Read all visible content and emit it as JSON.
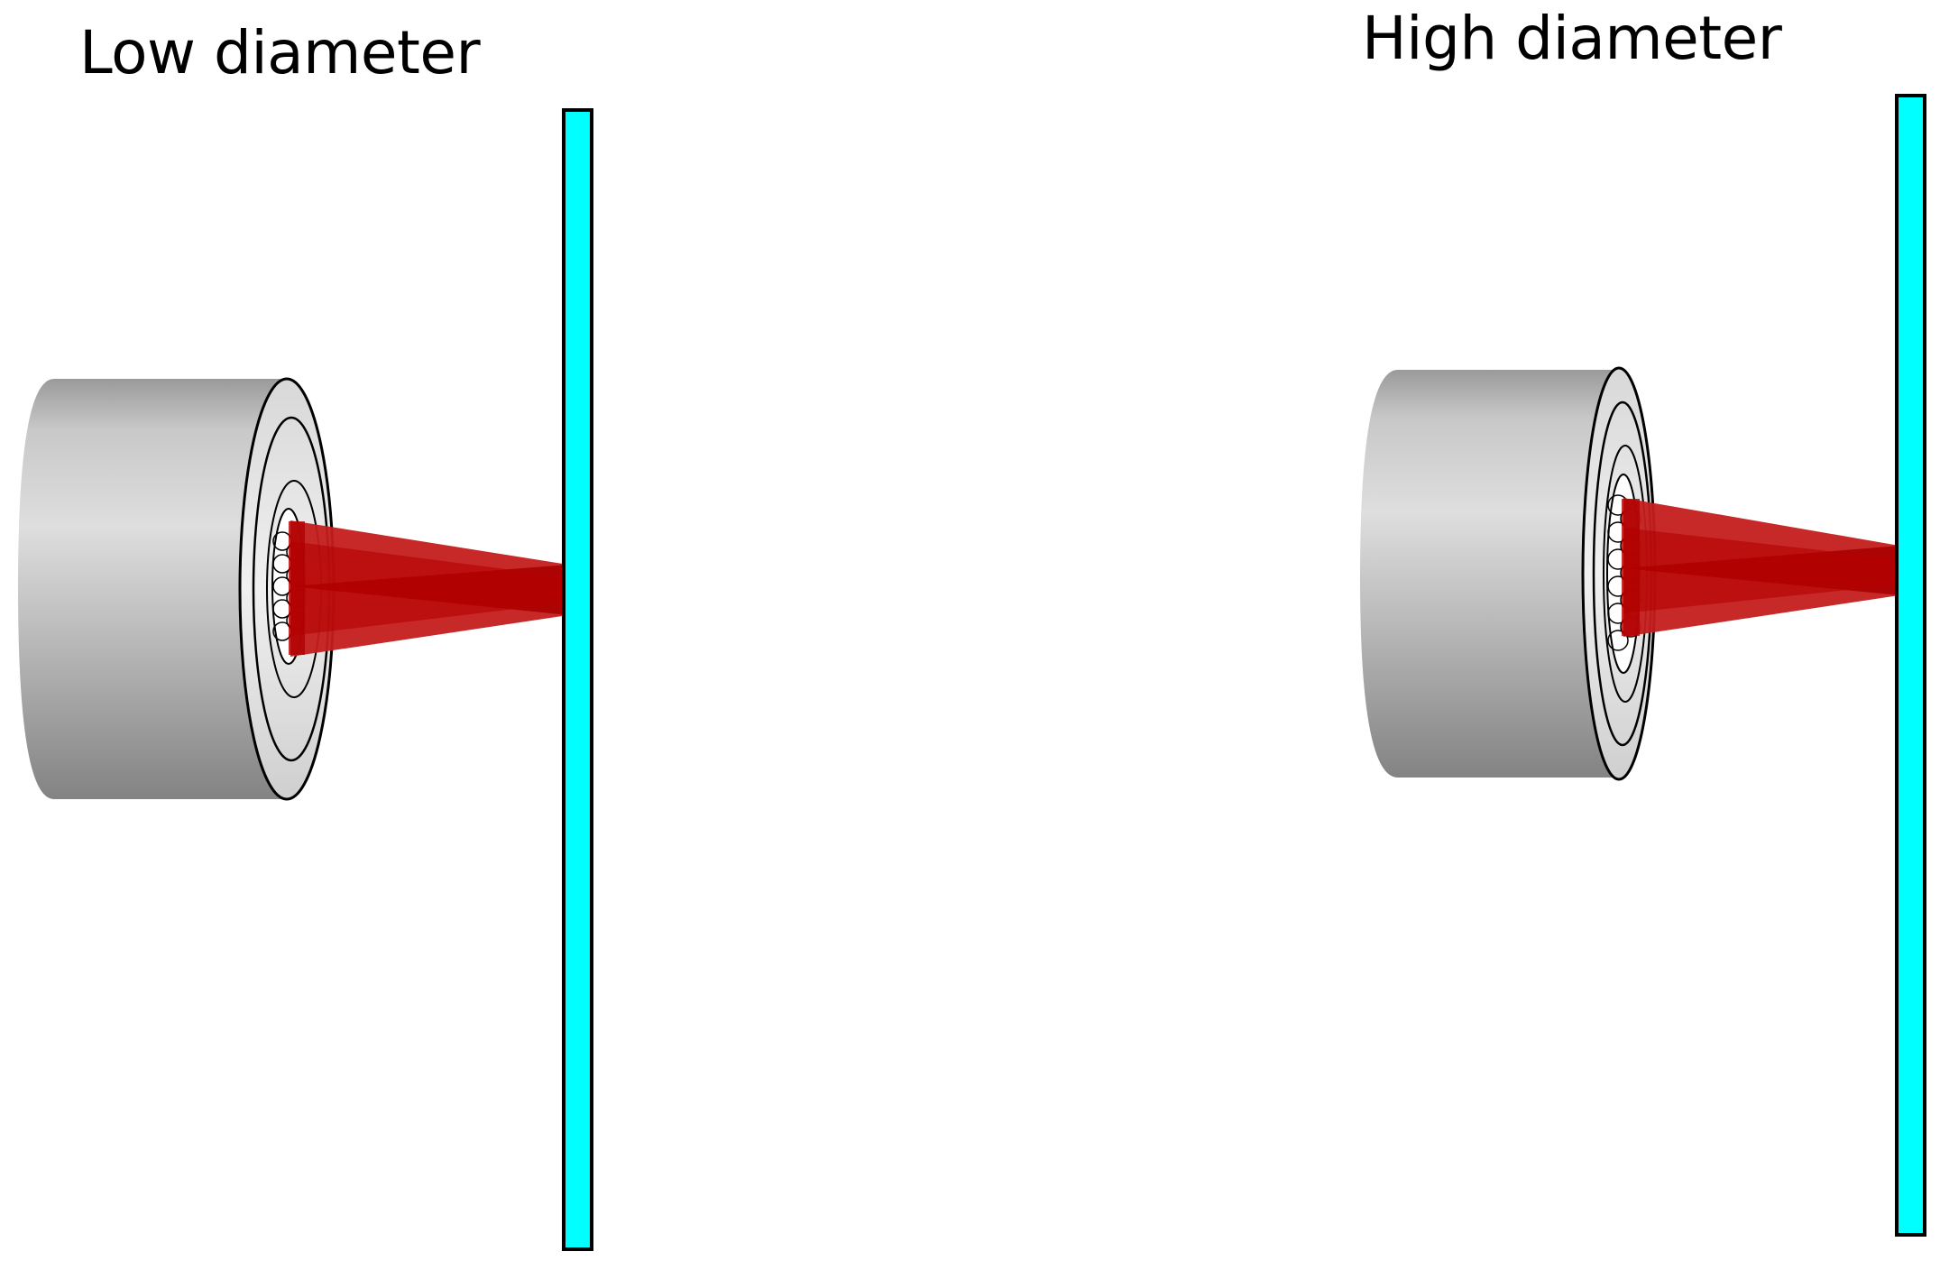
{
  "panels": [
    {
      "title": "Low diameter"
    },
    {
      "title": "High diameter"
    }
  ],
  "colors": {
    "background": "#ffffff",
    "screen_fill": "#00ffff",
    "screen_stroke": "#000000",
    "beam": "#c00000",
    "cylinder_light": "#dcdcdc",
    "cylinder_dark": "#8a8a8a",
    "outline": "#000000"
  },
  "icons": [
    "cylinder-source",
    "fiber-bundle",
    "laser-beam-cone",
    "detector-screen"
  ]
}
